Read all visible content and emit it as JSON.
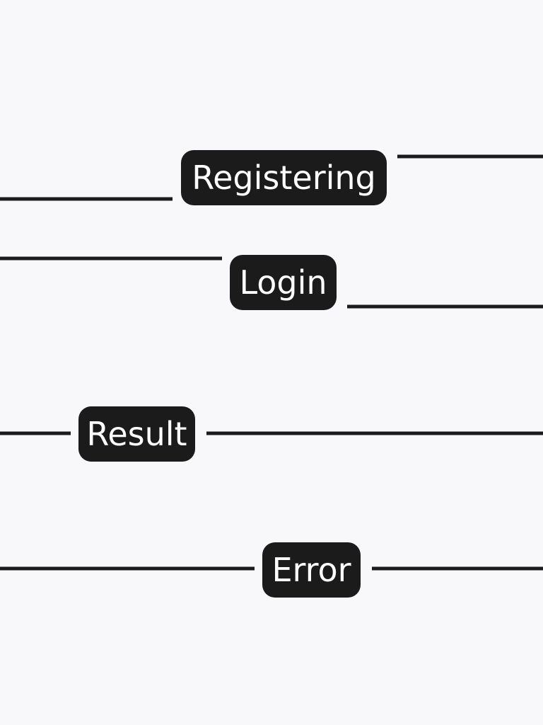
{
  "nodes": [
    {
      "id": "registering",
      "label": "Registering"
    },
    {
      "id": "login",
      "label": "Login"
    },
    {
      "id": "result",
      "label": "Result"
    },
    {
      "id": "error",
      "label": "Error"
    }
  ],
  "colors": {
    "background": "#f8f8fa",
    "node_fill": "#1b1b1b",
    "node_text": "#ffffff",
    "edge": "#1b1b1b"
  }
}
